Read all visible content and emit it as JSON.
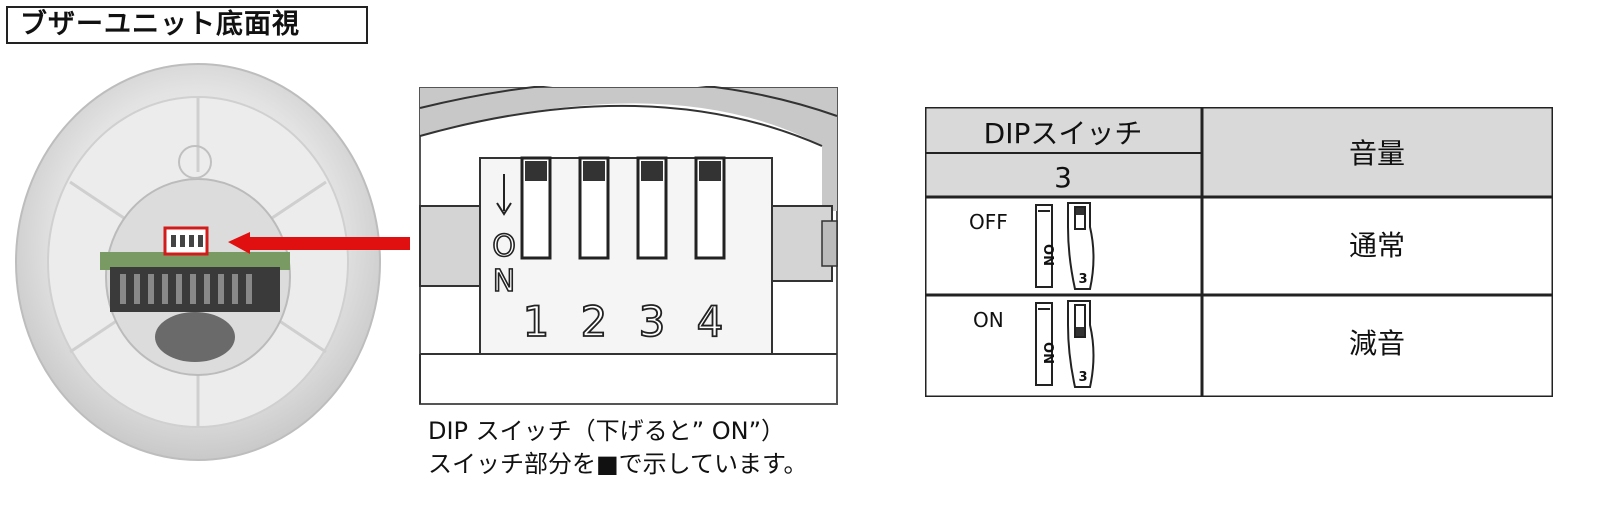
{
  "title": "ブザーユニット底面視",
  "switch_figure": {
    "on_label_chars": [
      "O",
      "N"
    ],
    "switch_numbers": [
      "1",
      "2",
      "3",
      "4"
    ]
  },
  "caption": {
    "line1": "DIP スイッチ（下げると” ON”）",
    "line2": "スイッチ部分を■で示しています。"
  },
  "table": {
    "header": {
      "col1": "DIPスイッチ",
      "col1_sub": "3",
      "col2": "音量"
    },
    "rows": [
      {
        "state": "OFF",
        "switch_label": "ON",
        "switch_number": "3",
        "lever": "up",
        "volume": "通常"
      },
      {
        "state": "ON",
        "switch_label": "ON",
        "switch_number": "3",
        "lever": "down",
        "volume": "減音"
      }
    ]
  },
  "colors": {
    "arrow": "#e01010",
    "highlight": "#d21c1c",
    "table_header_bg": "#d9d9d9",
    "figure_gray": "#c8c8c8"
  }
}
